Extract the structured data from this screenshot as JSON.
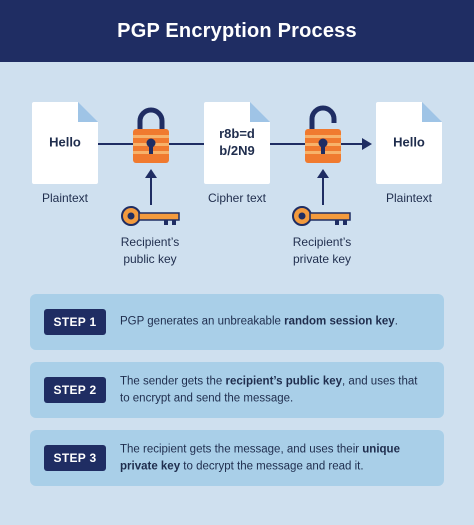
{
  "header": {
    "title": "PGP Encryption Process"
  },
  "diagram": {
    "plaintext_doc": {
      "text": "Hello",
      "caption": "Plaintext"
    },
    "cipher_doc": {
      "text": "r8b=d\nb/2N9",
      "caption": "Cipher text"
    },
    "output_doc": {
      "text": "Hello",
      "caption": "Plaintext"
    },
    "public_key": {
      "caption": "Recipient’s\npublic key"
    },
    "private_key": {
      "caption": "Recipient’s\nprivate key"
    }
  },
  "steps": [
    {
      "label": "STEP 1",
      "text_before": "PGP generates an unbreakable ",
      "highlight": "random session key",
      "text_after": "."
    },
    {
      "label": "STEP 2",
      "text_before": "The sender gets the ",
      "highlight": "recipient’s public key",
      "text_after": ", and uses that to encrypt and send the message."
    },
    {
      "label": "STEP 3",
      "text_before": "The recipient gets the message, and uses their ",
      "highlight": "unique private key",
      "text_after": " to decrypt the message and read it."
    }
  ],
  "colors": {
    "navy": "#1f2d63",
    "background": "#cfe0ef",
    "step_box": "#a9cfe8",
    "lock_orange": "#f07a2f",
    "key_orange": "#f39a3d"
  }
}
